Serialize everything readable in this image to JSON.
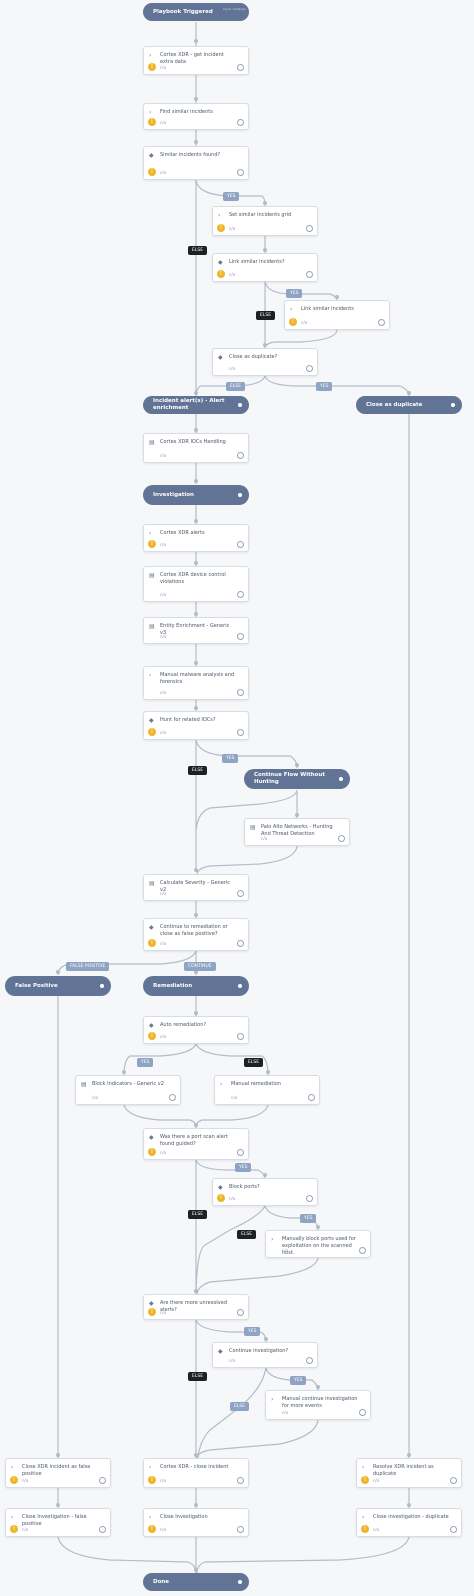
{
  "colors": {
    "accent": "#617496",
    "line": "#b3bcc9",
    "task_icon": "#f0b429",
    "tag_blue": "#8fa3c4",
    "tag_dark": "#1f2023"
  },
  "nodes": {
    "playbook_triggered": {
      "label": "Playbook Triggered",
      "sub": "Input / Outputs"
    },
    "get_extra_data": {
      "label": "Cortex XDR - get incident extra data",
      "status": "n/a"
    },
    "find_similar": {
      "label": "Find similar incidents",
      "status": "n/a"
    },
    "similar_found": {
      "label": "Similar incidents found?",
      "status": "n/a"
    },
    "set_similar_grid": {
      "label": "Set similar incidents grid",
      "status": "n/a"
    },
    "link_similar": {
      "label": "Link similar incidents?",
      "status": "n/a"
    },
    "link_similar_task": {
      "label": "Link similar incidents",
      "status": "n/a"
    },
    "close_dup_q": {
      "label": "Close as duplicate?",
      "status": "n/a"
    },
    "enrich_section": {
      "label": "Incident alert(s) - Alert enrichment"
    },
    "close_dup_section": {
      "label": "Close as duplicate"
    },
    "ioc_handling": {
      "label": "Cortex XDR IOCs Handling",
      "status": "n/a"
    },
    "investigation": {
      "label": "Investigation"
    },
    "xdr_alerts": {
      "label": "Cortex XDR alerts",
      "status": "n/a"
    },
    "device_control": {
      "label": "Cortex XDR device control violations",
      "status": "n/a"
    },
    "entity_enrich": {
      "label": "Entity Enrichment - Generic v3",
      "status": "n/a"
    },
    "manual_analysis": {
      "label": "Manual malware analysis and forensics",
      "status": "n/a"
    },
    "hunt_iocs": {
      "label": "Hunt for related IOCs?",
      "status": "n/a"
    },
    "continue_without_hunting": {
      "label": "Continue Flow Without Hunting"
    },
    "palo_alto": {
      "label": "Palo Alto Networks - Hunting And Threat Detection",
      "status": "n/a"
    },
    "calc_severity": {
      "label": "Calculate Severity - Generic v2",
      "status": "n/a"
    },
    "continue_remediation": {
      "label": "Continue to remediation or close as false positive?",
      "status": "n/a"
    },
    "false_positive": {
      "label": "False Positive"
    },
    "remediation": {
      "label": "Remediation"
    },
    "auto_remediation": {
      "label": "Auto remediation?",
      "status": "n/a"
    },
    "block_indicators": {
      "label": "Block Indicators - Generic v2",
      "status": "n/a"
    },
    "manual_remediation": {
      "label": "Manual remediation",
      "status": "n/a"
    },
    "port_scan": {
      "label": "Was there a port scan alert found guided?",
      "status": "n/a"
    },
    "block_ports": {
      "label": "Block ports?",
      "status": "n/a"
    },
    "manually_block_ports": {
      "label": "Manually block ports used for exploitation on the scanned host.",
      "status": "n/a"
    },
    "unresolved_alerts": {
      "label": "Are there more unresolved alerts?",
      "status": "n/a"
    },
    "continue_investigation": {
      "label": "Continue investigation?",
      "status": "n/a"
    },
    "manual_continue": {
      "label": "Manual continue investigation for more events",
      "status": "n/a"
    },
    "close_fp": {
      "label": "Close XDR incident as false positive",
      "status": "n/a"
    },
    "close_xdr": {
      "label": "Cortex XDR - close incident",
      "status": "n/a"
    },
    "resolve_dup": {
      "label": "Resolve XDR incident as duplicate",
      "status": "n/a"
    },
    "close_inv_fp": {
      "label": "Close Investigation - false positive",
      "status": "n/a"
    },
    "close_inv": {
      "label": "Close Investigation",
      "status": "n/a"
    },
    "close_inv_dup": {
      "label": "Close investigation - duplicate",
      "status": "n/a"
    },
    "done": {
      "label": "Done"
    }
  },
  "tags": {
    "yes": "YES",
    "else": "ELSE",
    "false_positive": "FALSE POSITIVE",
    "continue": "CONTINUE"
  }
}
